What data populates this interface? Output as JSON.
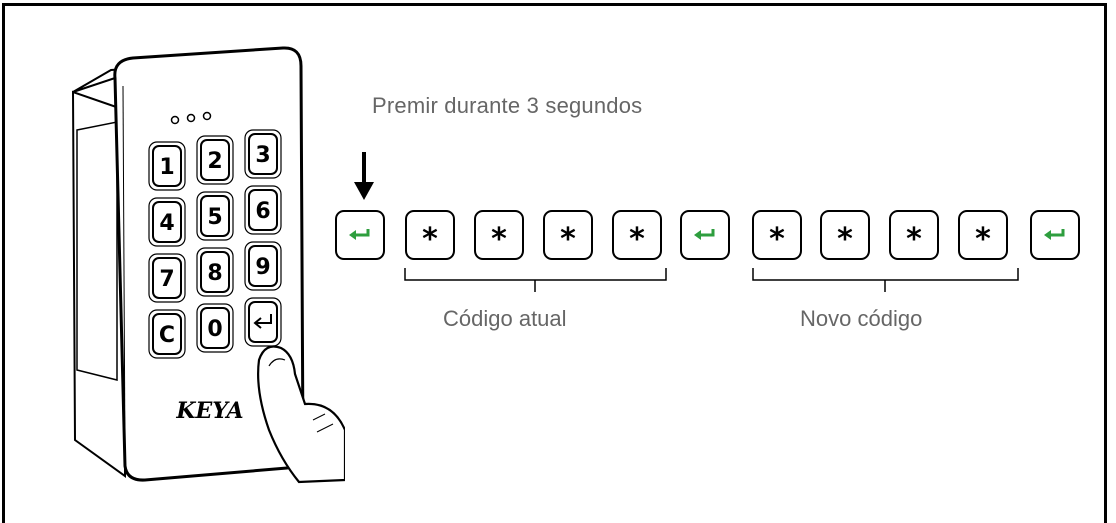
{
  "instruction": "Premir durante 3 segundos",
  "keypad": {
    "brand": "KEYA",
    "keys": [
      "1",
      "2",
      "3",
      "4",
      "5",
      "6",
      "7",
      "8",
      "9",
      "C",
      "0"
    ]
  },
  "sequence": {
    "enter_icon": "enter-return-icon",
    "star": "*",
    "accent_color": "#2e9e3e"
  },
  "groups": {
    "current": "Código atual",
    "new": "Novo código"
  }
}
